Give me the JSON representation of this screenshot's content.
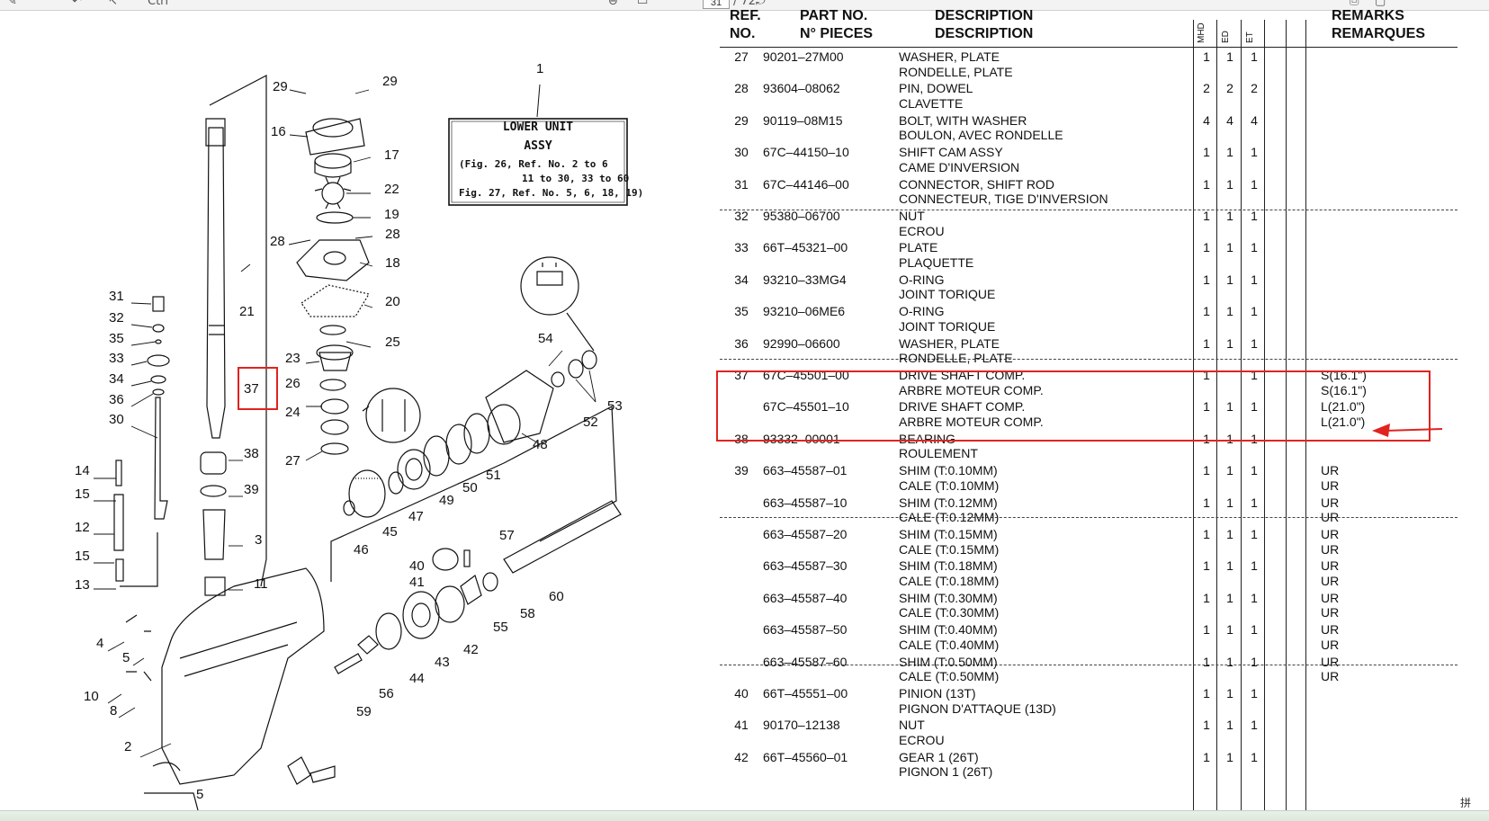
{
  "toolbar": {
    "page_current": "31",
    "page_total": "/ 72",
    "search_text": "Ctrl"
  },
  "diagram": {
    "assy_box": {
      "ref": "1",
      "line1": "LOWER UNIT",
      "line2": "ASSY",
      "line3": "(Fig. 26, Ref. No. 2 to 6",
      "line4": "11 to 30, 33 to 60",
      "line5": "Fig. 27, Ref. No. 5, 6, 18, 19)"
    },
    "callouts": [
      "29",
      "29",
      "16",
      "17",
      "22",
      "19",
      "28",
      "28",
      "18",
      "20",
      "21",
      "31",
      "32",
      "35",
      "33",
      "34",
      "36",
      "30",
      "25",
      "23",
      "26",
      "37",
      "24",
      "27",
      "38",
      "39",
      "3",
      "11",
      "14",
      "15",
      "12",
      "15",
      "13",
      "4",
      "5",
      "10",
      "8",
      "2",
      "5",
      "54",
      "52",
      "53",
      "48",
      "51",
      "50",
      "49",
      "47",
      "45",
      "46",
      "57",
      "40",
      "41",
      "58",
      "55",
      "42",
      "43",
      "44",
      "56",
      "59",
      "60"
    ]
  },
  "table": {
    "header": {
      "ref_en": "REF.",
      "ref_fr": "NO.",
      "pn_en": "PART NO.",
      "pn_fr": "N° PIECES",
      "desc_en": "DESCRIPTION",
      "desc_fr": "DESCRIPTION",
      "col_mhd": "MHD",
      "col_ed": "ED",
      "col_et": "ET",
      "rem_en": "REMARKS",
      "rem_fr": "REMARQUES"
    },
    "rows": [
      {
        "ref": "27",
        "pn": "90201–27M00",
        "d1": "WASHER, PLATE",
        "d2": "RONDELLE, PLATE",
        "q1": "1",
        "q2": "1",
        "q3": "1",
        "r1": "",
        "r2": ""
      },
      {
        "ref": "28",
        "pn": "93604–08062",
        "d1": "PIN, DOWEL",
        "d2": "CLAVETTE",
        "q1": "2",
        "q2": "2",
        "q3": "2",
        "r1": "",
        "r2": ""
      },
      {
        "ref": "29",
        "pn": "90119–08M15",
        "d1": "BOLT, WITH WASHER",
        "d2": "BOULON, AVEC RONDELLE",
        "q1": "4",
        "q2": "4",
        "q3": "4",
        "r1": "",
        "r2": ""
      },
      {
        "ref": "30",
        "pn": "67C–44150–10",
        "d1": "SHIFT CAM ASSY",
        "d2": "CAME D'INVERSION",
        "q1": "1",
        "q2": "1",
        "q3": "1",
        "r1": "",
        "r2": ""
      },
      {
        "ref": "31",
        "pn": "67C–44146–00",
        "d1": "CONNECTOR, SHIFT ROD",
        "d2": "CONNECTEUR, TIGE D'INVERSION",
        "q1": "1",
        "q2": "1",
        "q3": "1",
        "r1": "",
        "r2": ""
      },
      {
        "ref": "32",
        "pn": "95380–06700",
        "d1": "NUT",
        "d2": "ECROU",
        "q1": "1",
        "q2": "1",
        "q3": "1",
        "r1": "",
        "r2": ""
      },
      {
        "ref": "33",
        "pn": "66T–45321–00",
        "d1": "PLATE",
        "d2": "PLAQUETTE",
        "q1": "1",
        "q2": "1",
        "q3": "1",
        "r1": "",
        "r2": ""
      },
      {
        "ref": "34",
        "pn": "93210–33MG4",
        "d1": "O-RING",
        "d2": "JOINT TORIQUE",
        "q1": "1",
        "q2": "1",
        "q3": "1",
        "r1": "",
        "r2": ""
      },
      {
        "ref": "35",
        "pn": "93210–06ME6",
        "d1": "O-RING",
        "d2": "JOINT TORIQUE",
        "q1": "1",
        "q2": "1",
        "q3": "1",
        "r1": "",
        "r2": ""
      },
      {
        "ref": "36",
        "pn": "92990–06600",
        "d1": "WASHER, PLATE",
        "d2": "RONDELLE, PLATE",
        "q1": "1",
        "q2": "1",
        "q3": "1",
        "r1": "",
        "r2": ""
      },
      {
        "ref": "37",
        "pn": "67C–45501–00",
        "d1": "DRIVE SHAFT COMP.",
        "d2": "ARBRE MOTEUR COMP.",
        "q1": "1",
        "q2": "",
        "q3": "1",
        "r1": "S(16.1\")",
        "r2": "S(16.1\")"
      },
      {
        "ref": "",
        "pn": "67C–45501–10",
        "d1": "DRIVE SHAFT COMP.",
        "d2": "ARBRE MOTEUR COMP.",
        "q1": "1",
        "q2": "1",
        "q3": "1",
        "r1": "L(21.0\")",
        "r2": "L(21.0\")"
      },
      {
        "ref": "38",
        "pn": "93332–00001",
        "d1": "BEARING",
        "d2": "ROULEMENT",
        "q1": "1",
        "q2": "1",
        "q3": "1",
        "r1": "",
        "r2": ""
      },
      {
        "ref": "39",
        "pn": "663–45587–01",
        "d1": "SHIM (T:0.10MM)",
        "d2": "CALE (T:0.10MM)",
        "q1": "1",
        "q2": "1",
        "q3": "1",
        "r1": "UR",
        "r2": "UR"
      },
      {
        "ref": "",
        "pn": "663–45587–10",
        "d1": "SHIM (T:0.12MM)",
        "d2": "CALE (T:0.12MM)",
        "q1": "1",
        "q2": "1",
        "q3": "1",
        "r1": "UR",
        "r2": "UR"
      },
      {
        "ref": "",
        "pn": "663–45587–20",
        "d1": "SHIM (T:0.15MM)",
        "d2": "CALE (T:0.15MM)",
        "q1": "1",
        "q2": "1",
        "q3": "1",
        "r1": "UR",
        "r2": "UR"
      },
      {
        "ref": "",
        "pn": "663–45587–30",
        "d1": "SHIM (T:0.18MM)",
        "d2": "CALE (T:0.18MM)",
        "q1": "1",
        "q2": "1",
        "q3": "1",
        "r1": "UR",
        "r2": "UR"
      },
      {
        "ref": "",
        "pn": "663–45587–40",
        "d1": "SHIM (T:0.30MM)",
        "d2": "CALE (T:0.30MM)",
        "q1": "1",
        "q2": "1",
        "q3": "1",
        "r1": "UR",
        "r2": "UR"
      },
      {
        "ref": "",
        "pn": "663–45587–50",
        "d1": "SHIM (T:0.40MM)",
        "d2": "CALE (T:0.40MM)",
        "q1": "1",
        "q2": "1",
        "q3": "1",
        "r1": "UR",
        "r2": "UR"
      },
      {
        "ref": "",
        "pn": "663–45587–60",
        "d1": "SHIM (T:0.50MM)",
        "d2": "CALE (T:0.50MM)",
        "q1": "1",
        "q2": "1",
        "q3": "1",
        "r1": "UR",
        "r2": "UR"
      },
      {
        "ref": "40",
        "pn": "66T–45551–00",
        "d1": "PINION (13T)",
        "d2": "PIGNON D'ATTAQUE (13D)",
        "q1": "1",
        "q2": "1",
        "q3": "1",
        "r1": "",
        "r2": ""
      },
      {
        "ref": "41",
        "pn": "90170–12138",
        "d1": "NUT",
        "d2": "ECROU",
        "q1": "1",
        "q2": "1",
        "q3": "1",
        "r1": "",
        "r2": ""
      },
      {
        "ref": "42",
        "pn": "66T–45560–01",
        "d1": "GEAR 1 (26T)",
        "d2": "PIGNON 1 (26T)",
        "q1": "1",
        "q2": "1",
        "q3": "1",
        "r1": "",
        "r2": ""
      }
    ]
  },
  "annotation": {
    "highlight_color": "#e0231f"
  },
  "ime": "拼"
}
